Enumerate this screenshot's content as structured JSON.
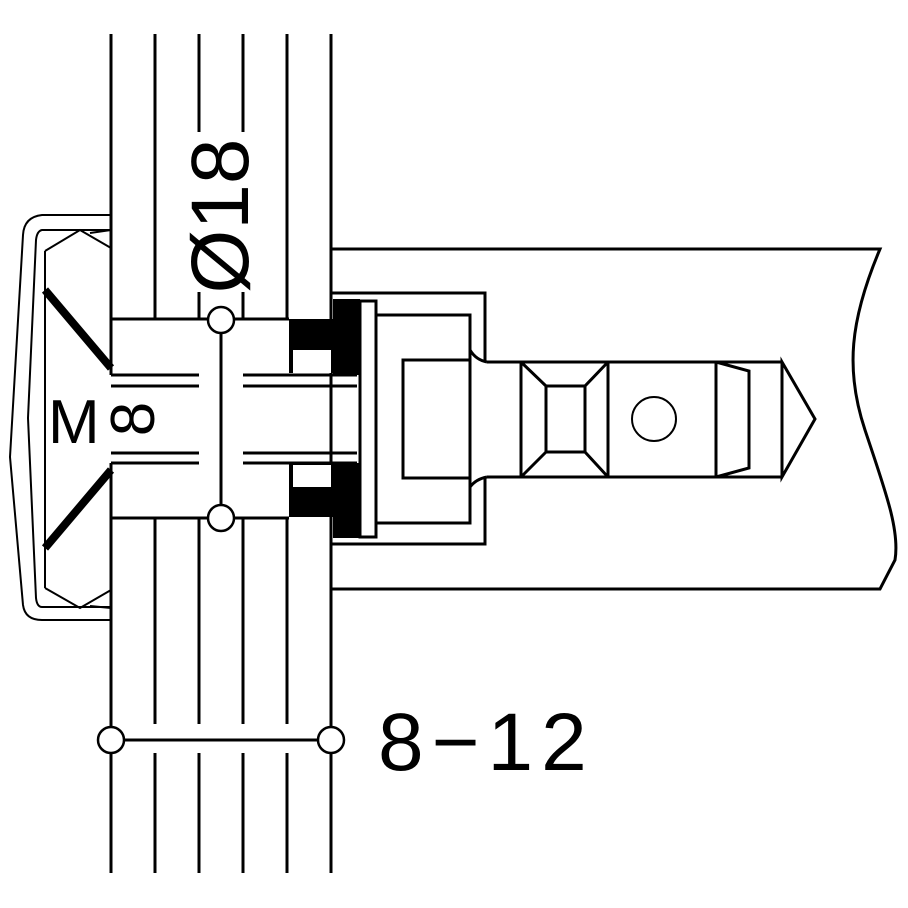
{
  "drawing": {
    "diameter_label": "Ø18",
    "thread_prefix": "M",
    "thread_size": "8",
    "thickness_range_label": "8−12",
    "line_color": "#000000",
    "fill_color": "#000000",
    "background": "#ffffff"
  }
}
